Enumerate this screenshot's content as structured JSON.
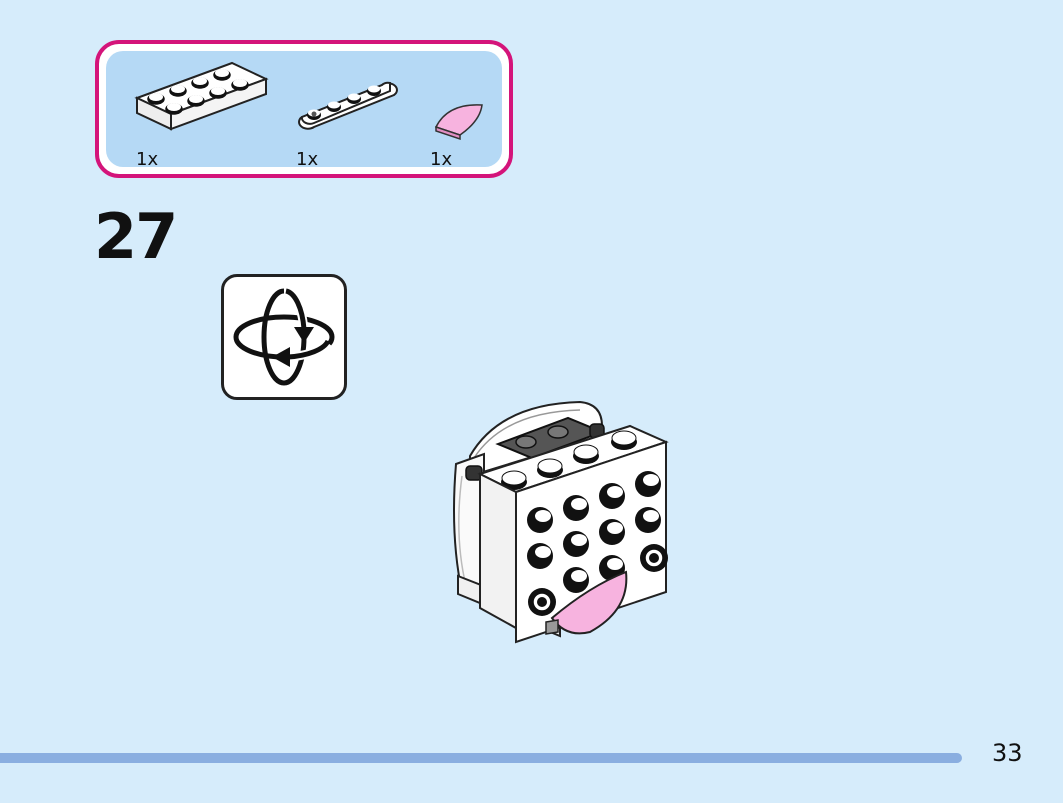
{
  "parts": [
    {
      "qty": "1x",
      "icon": "white-plate-2x4-icon"
    },
    {
      "qty": "1x",
      "icon": "white-plate-1x4-rounded-icon"
    },
    {
      "qty": "1x",
      "icon": "pink-half-round-tile-icon"
    }
  ],
  "step": {
    "number": "27"
  },
  "rotate": {
    "icon": "rotate-model-icon"
  },
  "model": {
    "icon": "assembled-model-icon"
  },
  "page": {
    "number": "33"
  },
  "colors": {
    "panel_border": "#d4147a",
    "panel_bg": "#b5d9f5",
    "page_bg": "#d6ecfb",
    "pink": "#f7b3df",
    "footer": "#8aaee0"
  }
}
